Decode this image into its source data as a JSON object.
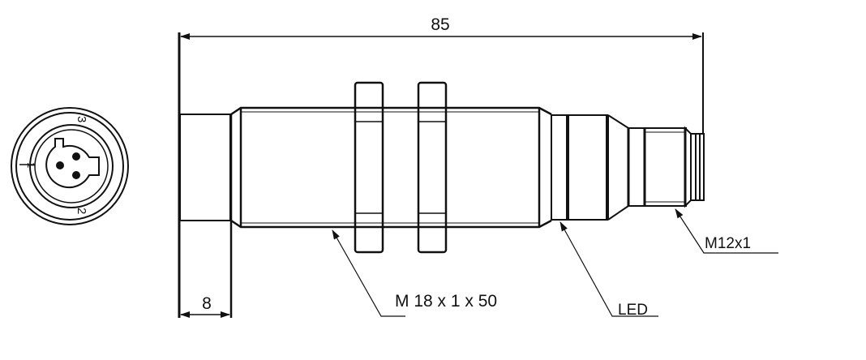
{
  "dimensions": {
    "overall_length": "85",
    "connector_offset": "8"
  },
  "labels": {
    "thread": "M 18 x 1 x 50",
    "led": "LED",
    "connector_thread": "M12x1"
  },
  "pin_numbers": [
    "1",
    "2",
    "3"
  ]
}
